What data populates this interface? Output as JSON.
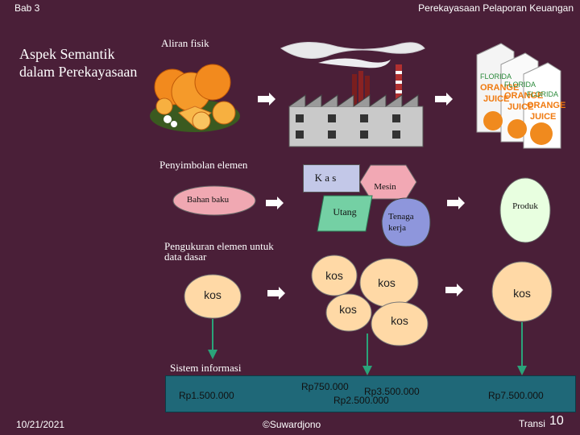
{
  "header": {
    "chapter": "Bab 3",
    "course": "Perekayasaan Pelaporan Keuangan"
  },
  "sidebar": {
    "title": "Aspek Semantik dalam Perekayasaan"
  },
  "sections": {
    "physical": "Aliran fisik",
    "symbolic": "Penyimbolan elemen",
    "measurement": "Pengukuran elemen untuk data dasar",
    "info": "Sistem informasi"
  },
  "juice_labels": {
    "brand": "FLORIDA",
    "word1": "ORANGE",
    "word2": "JUICE"
  },
  "shapes": {
    "kas": "K a s",
    "mesin": "Mesin",
    "bahan_baku": "Bahan baku",
    "utang": "Utang",
    "tenaga_kerja": "Tenaga kerja",
    "produk": "Produk"
  },
  "measure": {
    "kos_left": "kos",
    "kos_top_left": "kos",
    "kos_top_right": "kos",
    "kos_bottom_left": "kos",
    "kos_bottom_right": "kos",
    "kos_right": "kos"
  },
  "values": {
    "left": "Rp1.500.000",
    "mid_a": "Rp750.000",
    "mid_b": "Rp3.500.000",
    "mid_c": "Rp2.500.000",
    "right": "Rp7.500.000"
  },
  "footer": {
    "date": "10/21/2021",
    "author": "©Suwardjono",
    "slide_label": "Transi",
    "slide_number": "10"
  },
  "colors": {
    "background": "#4a1f38",
    "kas": "#c3c8e8",
    "mesin": "#f2a8b4",
    "bahan_baku": "#f0a8b2",
    "utang": "#74d0a4",
    "tenaga_kerja": "#8e96dc",
    "produk": "#e8ffe0",
    "kos": "#ffd9a6",
    "info_bar": "#1f6878",
    "arrow": "#ffffff",
    "down_arrow": "#2aa37a"
  }
}
